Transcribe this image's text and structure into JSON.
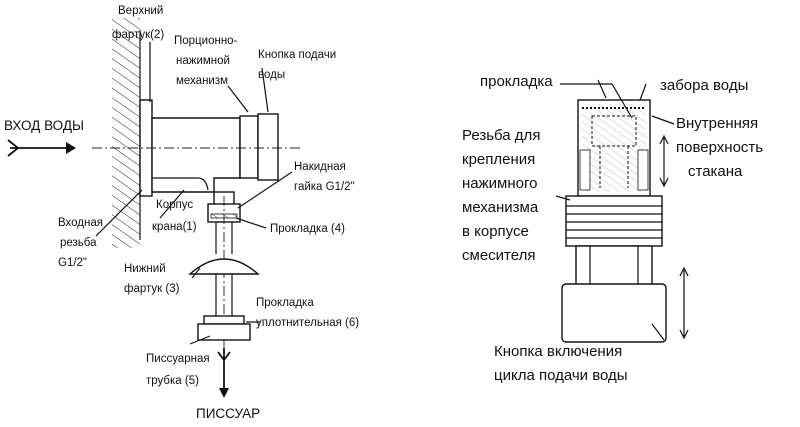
{
  "left_diagram": {
    "labels": {
      "upper_apron": [
        "Верхний",
        "фартук(2)"
      ],
      "mechanism": [
        "Порционно-",
        "нажимной",
        "механизм"
      ],
      "button": [
        "Кнопка подачи",
        "воды"
      ],
      "water_inlet": "ВХОД ВОДЫ",
      "union_nut": [
        "Накидная",
        "гайка G1/2\""
      ],
      "valve_body": [
        "Корпус",
        "крана(1)"
      ],
      "gasket4": "Прокладка (4)",
      "inlet_thread": [
        "Входная",
        "резьба",
        "G1/2\""
      ],
      "lower_apron": [
        "Нижний",
        "фартук (3)"
      ],
      "seal_gasket": [
        "Прокладка",
        "уплотнительная (6)"
      ],
      "urinal_tube": [
        "Писсуарная",
        "трубка (5)"
      ],
      "urinal": "ПИССУАР"
    }
  },
  "right_diagram": {
    "labels": {
      "gasket": "прокладка",
      "water_intake": "забора воды",
      "inner_surface": [
        "Внутренняя",
        "поверхность",
        "стакана"
      ],
      "thread": [
        "Резьба для",
        "крепления",
        "нажимного",
        "механизма",
        "в корпусе",
        "смесителя"
      ],
      "start_button": [
        "Кнопка включения",
        "цикла подачи воды"
      ]
    }
  }
}
